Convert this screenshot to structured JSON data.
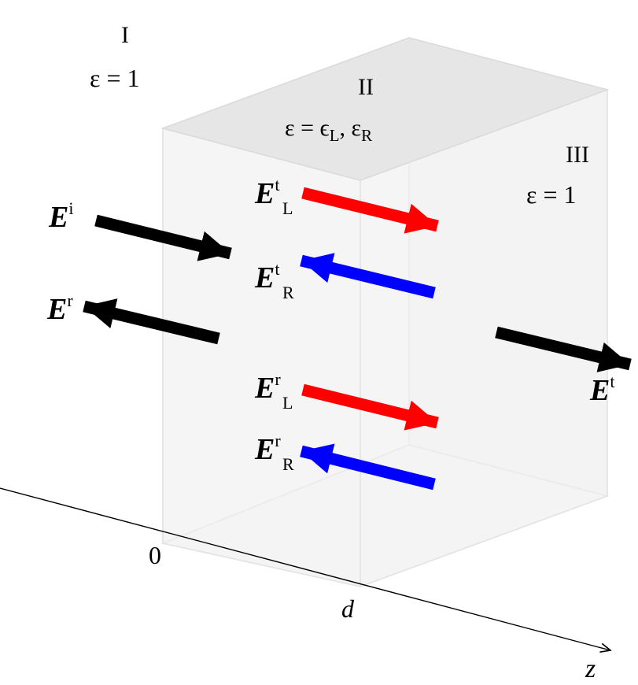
{
  "regions": {
    "r1": {
      "name": "I",
      "eps": "ε = 1"
    },
    "r2": {
      "name": "II",
      "eps_prefix": "ε = ",
      "eps_a": "ϵ",
      "eps_a_sub": "L",
      "eps_sep": ", ",
      "eps_b": "ε",
      "eps_b_sub": "R"
    },
    "r3": {
      "name": "III",
      "eps": "ε = 1"
    }
  },
  "fields": {
    "incident": {
      "base": "E",
      "sup": "i",
      "color": "#000000"
    },
    "reflected": {
      "base": "E",
      "sup": "r",
      "color": "#000000"
    },
    "transmitted": {
      "base": "E",
      "sup": "t",
      "color": "#000000"
    },
    "L_t": {
      "base": "E",
      "sub": "L",
      "sup": "t",
      "color": "#ff0000"
    },
    "R_t": {
      "base": "E",
      "sub": "R",
      "sup": "t",
      "color": "#0000ff"
    },
    "L_r": {
      "base": "E",
      "sub": "L",
      "sup": "r",
      "color": "#ff0000"
    },
    "R_r": {
      "base": "E",
      "sub": "R",
      "sup": "r",
      "color": "#0000ff"
    }
  },
  "axis": {
    "label": "z",
    "tick_zero": "0",
    "tick_d": "d"
  },
  "colors": {
    "slab_fill": "#e8e8e8",
    "slab_edge": "#d9d9d9",
    "axis": "#000000"
  }
}
